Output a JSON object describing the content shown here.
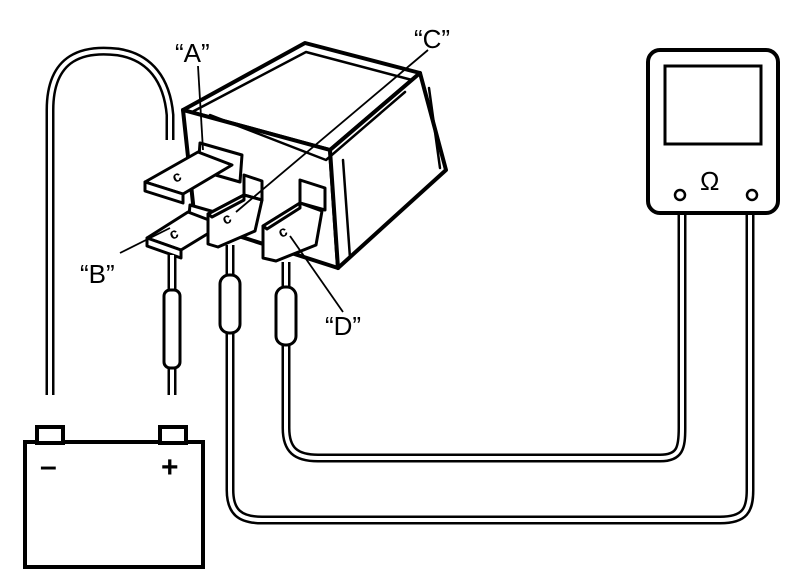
{
  "labels": {
    "a": "“A”",
    "b": "“B”",
    "c": "“C”",
    "d": "“D”"
  },
  "battery": {
    "negative": "–",
    "positive": "+"
  },
  "meter": {
    "symbol": "Ω"
  },
  "terminal_mark": "c",
  "colors": {
    "ink": "#000000",
    "paper": "#ffffff"
  }
}
